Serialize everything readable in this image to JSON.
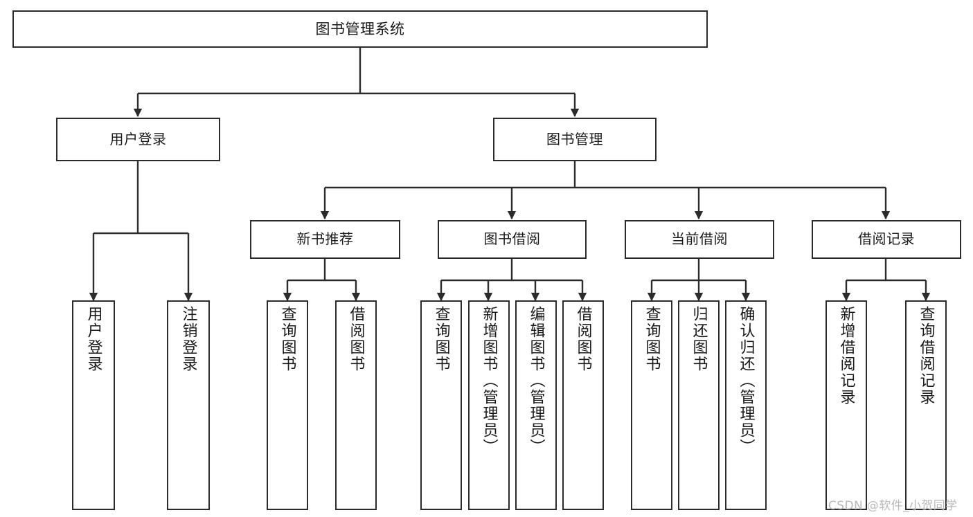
{
  "diagram": {
    "type": "tree",
    "title": "图书管理系统",
    "watermark": "CSDN @软件_小贺同学",
    "colors": {
      "background": "#ffffff",
      "box_border": "#2b2b2b",
      "connector": "#2b2b2b",
      "text": "#1a1a1a",
      "watermark": "#b9b9b9"
    },
    "nodes": {
      "root": {
        "label": "图书管理系统"
      },
      "level2": [
        {
          "label": "用户登录"
        },
        {
          "label": "图书管理"
        }
      ],
      "level3": [
        {
          "label": "新书推荐"
        },
        {
          "label": "图书借阅"
        },
        {
          "label": "当前借阅"
        },
        {
          "label": "借阅记录"
        }
      ],
      "leaves": {
        "user_login": [
          {
            "label": "用户登录"
          },
          {
            "label": "注销登录"
          }
        ],
        "new_book_recommend": [
          {
            "label": "查询图书"
          },
          {
            "label": "借阅图书"
          }
        ],
        "book_borrow": [
          {
            "label": "查询图书"
          },
          {
            "label": "新增图书（管理员）"
          },
          {
            "label": "编辑图书（管理员）"
          },
          {
            "label": "借阅图书"
          }
        ],
        "current_borrow": [
          {
            "label": "查询图书"
          },
          {
            "label": "归还图书"
          },
          {
            "label": "确认归还（管理员）"
          }
        ],
        "borrow_record": [
          {
            "label": "新增借阅记录"
          },
          {
            "label": "查询借阅记录"
          }
        ]
      }
    }
  }
}
